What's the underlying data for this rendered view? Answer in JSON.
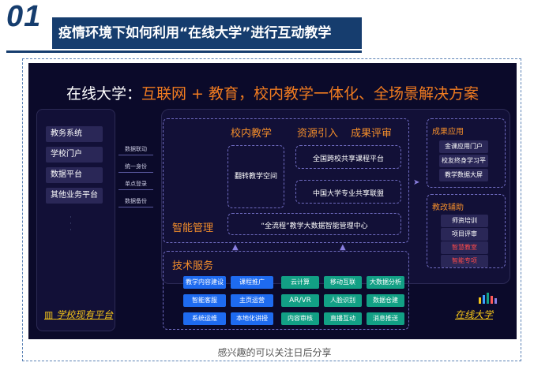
{
  "header": {
    "number": "01",
    "title": "疫情环境下如何利用“在线大学”进行互动教学"
  },
  "headline": {
    "prefix": "在线大学：",
    "plus": "互联网 + 教育，校内教学一体化、全场景解决方案"
  },
  "left_platform": {
    "items": [
      "教务系统",
      "学校门户",
      "数据平台",
      "其他业务平台"
    ],
    "footer": "学校现有平台"
  },
  "connectors": [
    "数据联动",
    "统一身份",
    "单点登录",
    "数据备份"
  ],
  "teaching": {
    "campus_label": "校内教学",
    "flip_label": "翻转教学空间",
    "resources_label": "资源引入",
    "results_label": "成果评审",
    "platform_1": "全国跨校共享课程平台",
    "platform_2": "中国大学专业共享联盟",
    "smart_label": "智能管理",
    "smart_center": "“全流程”教学大数据智能管理中心"
  },
  "outcomes": {
    "title": "成果应用",
    "items": [
      "金课应用门户",
      "校友终身学习平台",
      "教学数据大屏"
    ]
  },
  "reform": {
    "title": "教改辅助",
    "items": [
      "师资培训",
      "项目评审",
      "智慧教室",
      "智能专项"
    ]
  },
  "tech": {
    "title": "技术服务",
    "blue_items": [
      "教学内容建设",
      "课程推广",
      "智能客服",
      "主页运营",
      "系统运维",
      "本地化讲授"
    ],
    "teal_items": [
      "云计算",
      "移动互联",
      "大数据分析",
      "AR/VR",
      "人脸识别",
      "数据仓建",
      "内容审核",
      "直播互动",
      "消息推送"
    ]
  },
  "right_footer": "在线大学",
  "caption": "感兴趣的可以关注日后分享"
}
